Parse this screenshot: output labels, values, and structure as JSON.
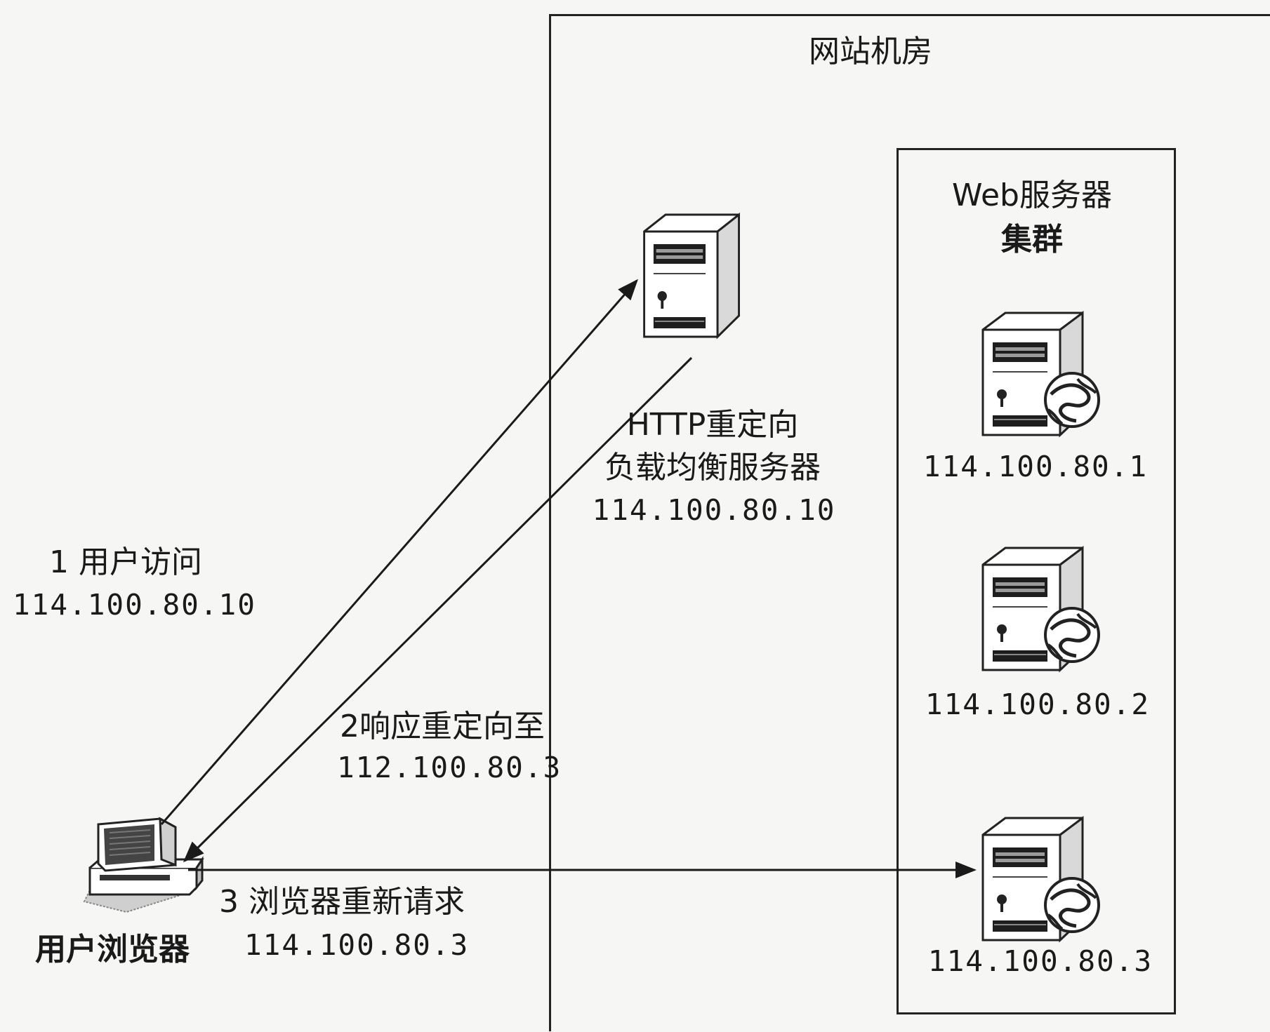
{
  "room": {
    "title": "网站机房"
  },
  "cluster": {
    "title_line1": "Web服务器",
    "title_line2": "集群"
  },
  "lb_server": {
    "line1": "HTTP重定向",
    "line2": "负载均衡服务器",
    "ip": "114.100.80.10"
  },
  "web_servers": [
    {
      "ip": "114.100.80.1"
    },
    {
      "ip": "114.100.80.2"
    },
    {
      "ip": "114.100.80.3"
    }
  ],
  "client": {
    "label": "用户浏览器"
  },
  "steps": [
    {
      "label": "1 用户访问",
      "ip": "114.100.80.10"
    },
    {
      "label": "2响应重定向至",
      "ip": "112.100.80.3"
    },
    {
      "label": "3 浏览器重新请求",
      "ip": "114.100.80.3"
    }
  ]
}
